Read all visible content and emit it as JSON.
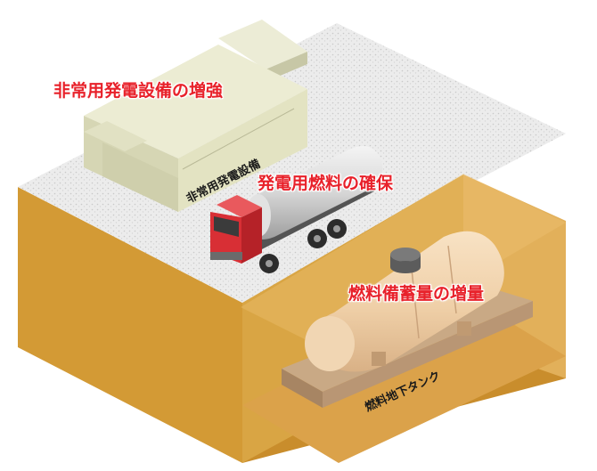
{
  "callouts": {
    "generator": "非常用発電設備の増強",
    "fuel": "発電用燃料の確保",
    "storage": "燃料備蓄量の増量"
  },
  "labels": {
    "generator": "非常用発電設備",
    "tank": "燃料地下タンク"
  },
  "colors": {
    "callout_text": "#e8212a",
    "generator_body": "#e3e3c2",
    "truck_cab": "#d82f35",
    "tank_body": "#f0d2ac",
    "soil": "#d39a35",
    "ground_surface": "#e6e6e6"
  }
}
